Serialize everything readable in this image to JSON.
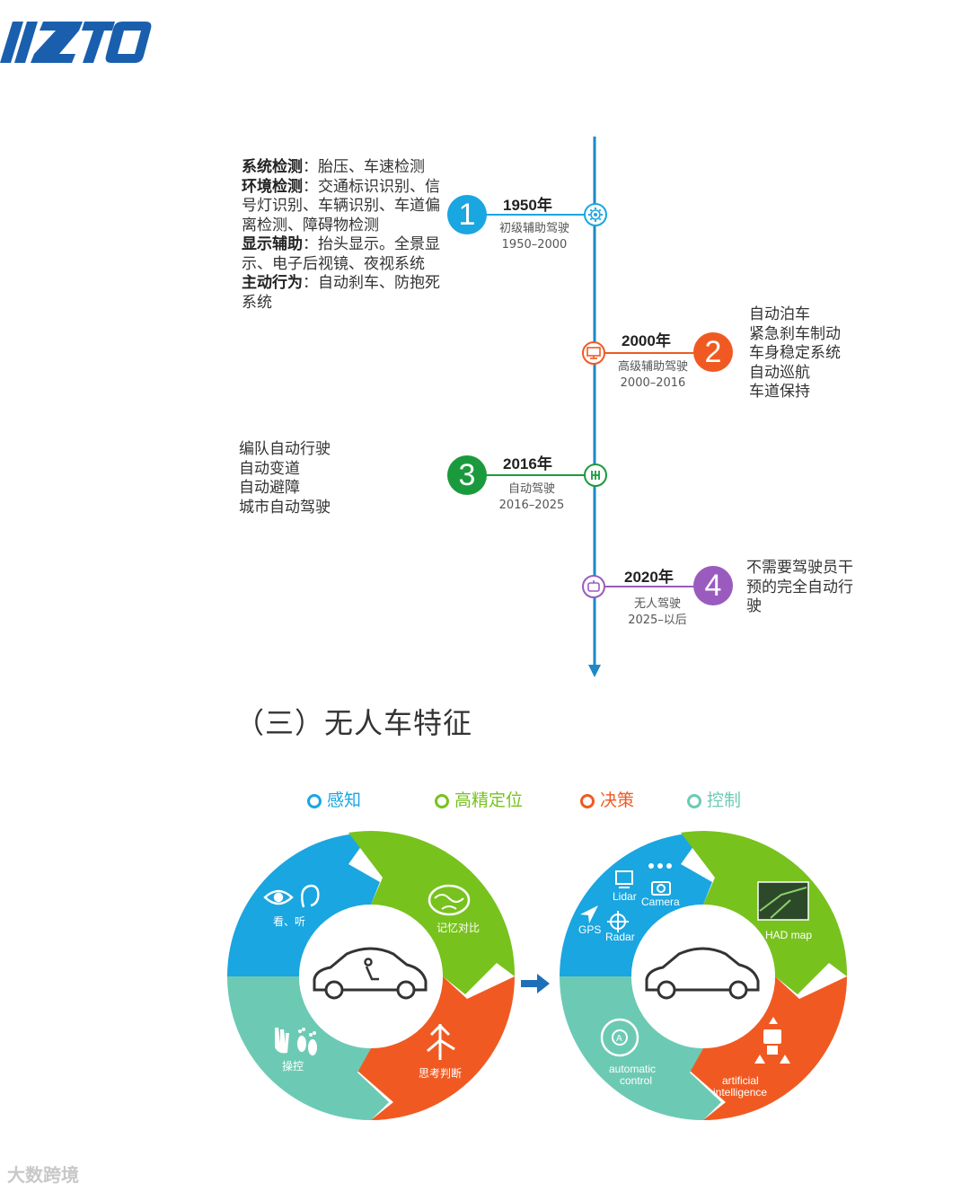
{
  "logo": {
    "text": "ZTO"
  },
  "timeline": {
    "colors": {
      "axis": "#1e88c8",
      "stage1": "#1aa6e0",
      "stage2": "#f05a22",
      "stage3": "#1a9a3c",
      "stage4": "#9a5bbf"
    },
    "stages": [
      {
        "number": "1",
        "year": "1950年",
        "name": "初级辅助驾驶",
        "range": "1950–2000",
        "icon": "gear-icon",
        "details": [
          {
            "label": "系统检测",
            "text": "胎压、车速检测"
          },
          {
            "label": "环境检测",
            "text": "交通标识识别、信号灯识别、车辆识别、车道偏离检测、障碍物检测"
          },
          {
            "label": "显示辅助",
            "text": "抬头显示。全景显示、电子后视镜、夜视系统"
          },
          {
            "label": "主动行为",
            "text": "自动刹车、防抱死系统"
          }
        ]
      },
      {
        "number": "2",
        "year": "2000年",
        "name": "高级辅助驾驶",
        "range": "2000–2016",
        "icon": "monitor-icon",
        "details": [
          "自动泊车",
          "紧急刹车制动",
          "车身稳定系统",
          "自动巡航",
          "车道保持"
        ]
      },
      {
        "number": "3",
        "year": "2016年",
        "name": "自动驾驶",
        "range": "2016–2025",
        "icon": "gearshift-icon",
        "details": [
          "编队自动行驶",
          "自动变道",
          "自动避障",
          "城市自动驾驶"
        ]
      },
      {
        "number": "4",
        "year": "2020年",
        "name": "无人驾驶",
        "range": "2025–以后",
        "icon": "steering-icon",
        "details": [
          "不需要驾驶员干",
          "预的完全自动行",
          "驶"
        ]
      }
    ]
  },
  "section": {
    "title": "（三）无人车特征"
  },
  "legend": [
    {
      "label": "感知",
      "color": "#1aa6e0"
    },
    {
      "label": "高精定位",
      "color": "#78c21e"
    },
    {
      "label": "决策",
      "color": "#f05a22"
    },
    {
      "label": "控制",
      "color": "#6ccab4"
    }
  ],
  "cycle_left": {
    "perception": "看、听",
    "memory": "记忆对比",
    "decision": "思考判断",
    "control": "操控"
  },
  "cycle_right": {
    "lidar": "Lidar",
    "camera": "Camera",
    "gps": "GPS",
    "radar": "Radar",
    "map": "HAD map",
    "ai_line1": "artificial",
    "ai_line2": "intelligence",
    "control_line1": "automatic",
    "control_line2": "control"
  },
  "watermark": "大数跨境"
}
